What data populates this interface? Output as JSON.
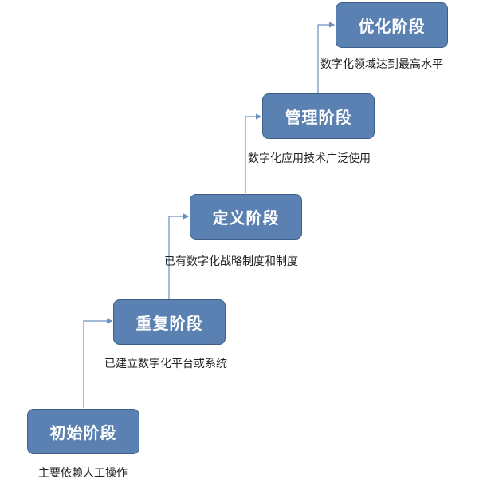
{
  "colors": {
    "box_fill": "#5b80b2",
    "box_border": "#3e5f8a",
    "connector": "#6b8fbf"
  },
  "stages": [
    {
      "label": "初始阶段",
      "description": "主要依赖人工操作"
    },
    {
      "label": "重复阶段",
      "description": "已建立数字化平台或系统"
    },
    {
      "label": "定义阶段",
      "description": "已有数字化战略制度和制度"
    },
    {
      "label": "管理阶段",
      "description": "数字化应用技术广泛使用"
    },
    {
      "label": "优化阶段",
      "description": "数字化领域达到最高水平"
    }
  ]
}
